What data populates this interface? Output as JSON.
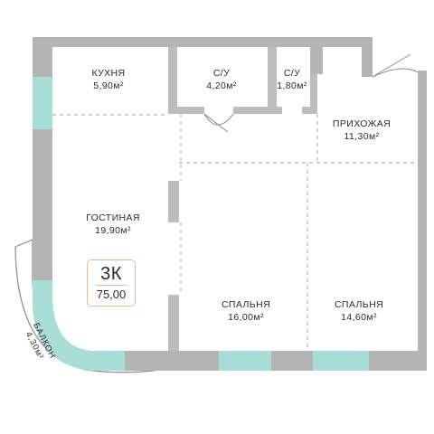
{
  "rooms": {
    "kitchen": {
      "name": "КУХНЯ",
      "area": "5,90м²"
    },
    "bathroom1": {
      "name": "С/У",
      "area": "4,20м²"
    },
    "bathroom2": {
      "name": "С/У",
      "area": "1,80м²"
    },
    "hallway": {
      "name": "ПРИХОЖАЯ",
      "area": "11,30м²"
    },
    "living": {
      "name": "ГОСТИНАЯ",
      "area": "19,90м²"
    },
    "bedroom1": {
      "name": "СПАЛЬНЯ",
      "area": "16,00м²"
    },
    "bedroom2": {
      "name": "СПАЛЬНЯ",
      "area": "14,60м²"
    },
    "balcony": {
      "name": "БАЛКОН",
      "area": "4,30м²"
    }
  },
  "badge": {
    "rooms": "3К",
    "total_area": "75,00"
  },
  "colors": {
    "wall": "#b4b4b4",
    "window": "#a9ddd8",
    "thin_wall": "#bdbdbd",
    "dashed": "#9c9c9c",
    "badge_border": "#e7b99a"
  }
}
